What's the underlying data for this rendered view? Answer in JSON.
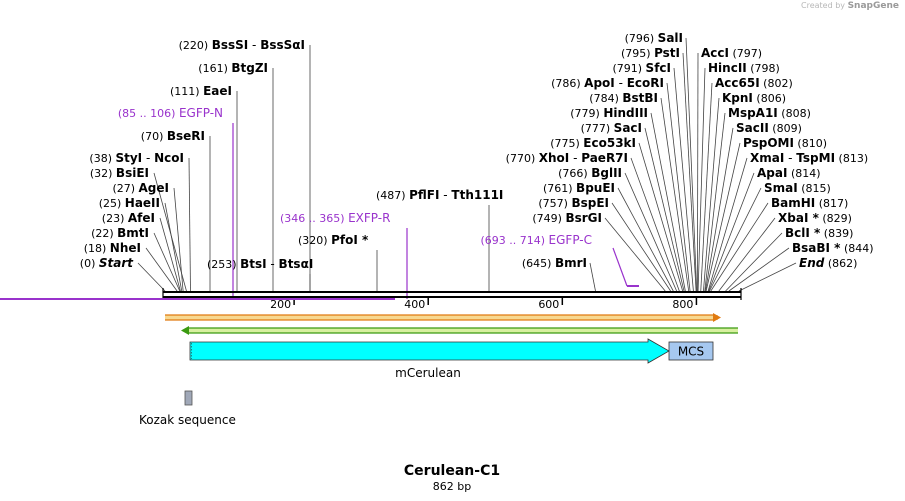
{
  "credit": {
    "prefix": "Created by",
    "brand": "SnapGene"
  },
  "map": {
    "name": "Cerulean-C1",
    "length_label": "862 bp",
    "total_bp": 862,
    "ruler_ticks": [
      "200",
      "400",
      "600",
      "800"
    ]
  },
  "sites_left": [
    {
      "pos": "(220)",
      "name": "BssSI",
      "name2": "BssSαI",
      "star": ""
    },
    {
      "pos": "(161)",
      "name": "BtgZI",
      "name2": "",
      "star": ""
    },
    {
      "pos": "(111)",
      "name": "EaeI",
      "name2": "",
      "star": ""
    },
    {
      "pos": "(85 .. 106)",
      "name": "EGFP-N",
      "name2": "",
      "star": "",
      "primer": true
    },
    {
      "pos": "(70)",
      "name": "BseRI",
      "name2": "",
      "star": ""
    },
    {
      "pos": "(38)",
      "name": "StyI",
      "name2": "NcoI",
      "star": ""
    },
    {
      "pos": "(32)",
      "name": "BsiEI",
      "name2": "",
      "star": ""
    },
    {
      "pos": "(27)",
      "name": "AgeI",
      "name2": "",
      "star": ""
    },
    {
      "pos": "(25)",
      "name": "HaeII",
      "name2": "",
      "star": ""
    },
    {
      "pos": "(23)",
      "name": "AfeI",
      "name2": "",
      "star": ""
    },
    {
      "pos": "(22)",
      "name": "BmtI",
      "name2": "",
      "star": ""
    },
    {
      "pos": "(18)",
      "name": "NheI",
      "name2": "",
      "star": ""
    },
    {
      "pos": "(0)",
      "name": "Start",
      "name2": "",
      "star": "",
      "italic": true
    }
  ],
  "sites_mid": [
    {
      "pos": "(487)",
      "name": "PflFI",
      "name2": "Tth111I",
      "star": ""
    },
    {
      "pos": "(346 .. 365)",
      "name": "EXFP-R",
      "name2": "",
      "star": "",
      "primer": true
    },
    {
      "pos": "(320)",
      "name": "PfoI",
      "name2": "",
      "star": "*"
    },
    {
      "pos": "(253)",
      "name": "BtsI",
      "name2": "BtsαI",
      "star": ""
    }
  ],
  "sites_right_a": [
    {
      "pos": "(796)",
      "name": "SalI",
      "name2": "",
      "star": ""
    },
    {
      "pos": "(795)",
      "name": "PstI",
      "name2": "",
      "star": ""
    },
    {
      "pos": "(791)",
      "name": "SfcI",
      "name2": "",
      "star": ""
    },
    {
      "pos": "(786)",
      "name": "ApoI",
      "name2": "EcoRI",
      "star": ""
    },
    {
      "pos": "(784)",
      "name": "BstBI",
      "name2": "",
      "star": ""
    },
    {
      "pos": "(779)",
      "name": "HindIII",
      "name2": "",
      "star": ""
    },
    {
      "pos": "(777)",
      "name": "SacI",
      "name2": "",
      "star": ""
    },
    {
      "pos": "(775)",
      "name": "Eco53kI",
      "name2": "",
      "star": ""
    },
    {
      "pos": "(770)",
      "name": "XhoI",
      "name2": "PaeR7I",
      "star": ""
    },
    {
      "pos": "(766)",
      "name": "BglII",
      "name2": "",
      "star": ""
    },
    {
      "pos": "(761)",
      "name": "BpuEI",
      "name2": "",
      "star": ""
    },
    {
      "pos": "(757)",
      "name": "BspEI",
      "name2": "",
      "star": ""
    },
    {
      "pos": "(749)",
      "name": "BsrGI",
      "name2": "",
      "star": ""
    },
    {
      "pos": "(693 .. 714)",
      "name": "EGFP-C",
      "name2": "",
      "star": "",
      "primer": true
    },
    {
      "pos": "(645)",
      "name": "BmrI",
      "name2": "",
      "star": ""
    }
  ],
  "sites_right_b": [
    {
      "pos": "(797)",
      "name": "AccI",
      "name2": "",
      "star": ""
    },
    {
      "pos": "(798)",
      "name": "HincII",
      "name2": "",
      "star": ""
    },
    {
      "pos": "(802)",
      "name": "Acc65I",
      "name2": "",
      "star": ""
    },
    {
      "pos": "(806)",
      "name": "KpnI",
      "name2": "",
      "star": ""
    },
    {
      "pos": "(808)",
      "name": "MspA1I",
      "name2": "",
      "star": ""
    },
    {
      "pos": "(809)",
      "name": "SacII",
      "name2": "",
      "star": ""
    },
    {
      "pos": "(810)",
      "name": "PspOMI",
      "name2": "",
      "star": ""
    },
    {
      "pos": "(813)",
      "name": "XmaI",
      "name2": "TspMI",
      "star": ""
    },
    {
      "pos": "(814)",
      "name": "ApaI",
      "name2": "",
      "star": ""
    },
    {
      "pos": "(815)",
      "name": "SmaI",
      "name2": "",
      "star": ""
    },
    {
      "pos": "(817)",
      "name": "BamHI",
      "name2": "",
      "star": ""
    },
    {
      "pos": "(829)",
      "name": "XbaI",
      "name2": "",
      "star": "*"
    },
    {
      "pos": "(839)",
      "name": "BclI",
      "name2": "",
      "star": "*"
    },
    {
      "pos": "(844)",
      "name": "BsaBI",
      "name2": "",
      "star": "*"
    },
    {
      "pos": "(862)",
      "name": "End",
      "name2": "",
      "star": "",
      "italic": true
    }
  ],
  "features": {
    "gene_label": "mCerulean",
    "mcs_label": "MCS",
    "kozak_label": "Kozak sequence"
  },
  "colors": {
    "primer": "#9933cc",
    "gene_fill": "#00ffff",
    "mcs_fill": "#a6c8f0",
    "orf_top": "#e07a10",
    "orf_fill": "#f7d890",
    "orf_bottom": "#3a9a10",
    "orf_bottom_fill": "#d8f0a0",
    "kozak_fill": "#a0a8b8"
  }
}
